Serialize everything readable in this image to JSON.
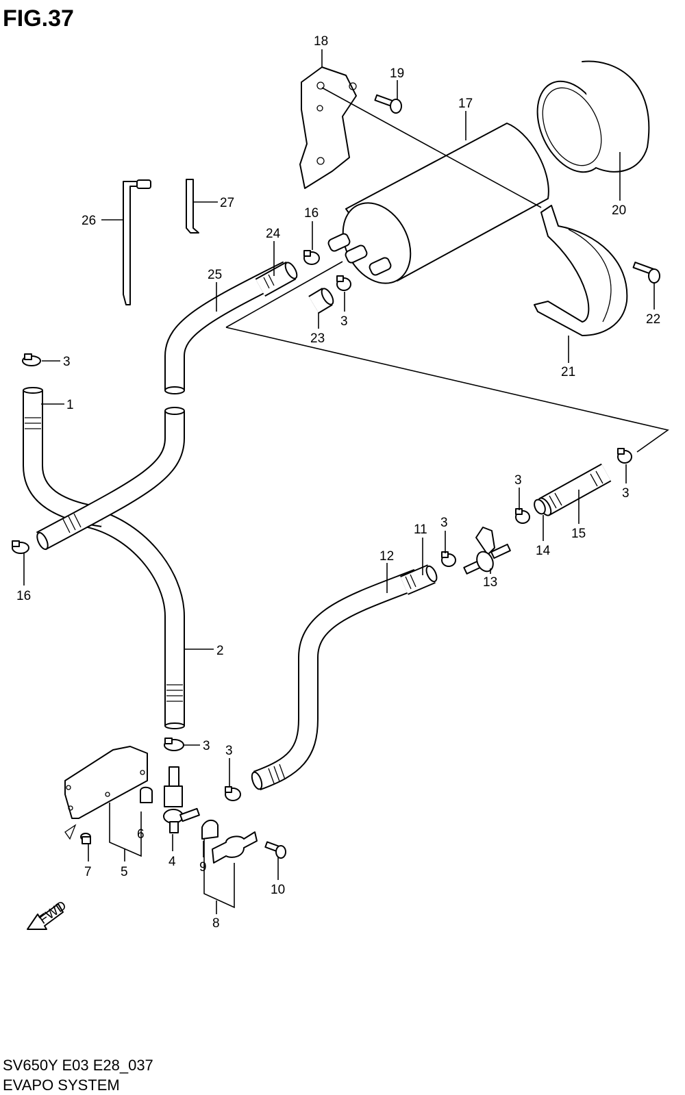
{
  "figure": {
    "title": "FIG.37",
    "code": "SV650Y E03 E28_037",
    "name": "EVAPO SYSTEM"
  },
  "fwd_arrow": {
    "text": "FWD"
  },
  "callouts": [
    {
      "id": "c1",
      "label": "1"
    },
    {
      "id": "c2",
      "label": "2"
    },
    {
      "id": "c3a",
      "label": "3"
    },
    {
      "id": "c3b",
      "label": "3"
    },
    {
      "id": "c3c",
      "label": "3"
    },
    {
      "id": "c3d",
      "label": "3"
    },
    {
      "id": "c3e",
      "label": "3"
    },
    {
      "id": "c3f",
      "label": "3"
    },
    {
      "id": "c3g",
      "label": "3"
    },
    {
      "id": "c4",
      "label": "4"
    },
    {
      "id": "c5",
      "label": "5"
    },
    {
      "id": "c6",
      "label": "6"
    },
    {
      "id": "c7",
      "label": "7"
    },
    {
      "id": "c8",
      "label": "8"
    },
    {
      "id": "c9",
      "label": "9"
    },
    {
      "id": "c10",
      "label": "10"
    },
    {
      "id": "c11",
      "label": "11"
    },
    {
      "id": "c12",
      "label": "12"
    },
    {
      "id": "c13",
      "label": "13"
    },
    {
      "id": "c14",
      "label": "14"
    },
    {
      "id": "c15",
      "label": "15"
    },
    {
      "id": "c16a",
      "label": "16"
    },
    {
      "id": "c16b",
      "label": "16"
    },
    {
      "id": "c17",
      "label": "17"
    },
    {
      "id": "c18",
      "label": "18"
    },
    {
      "id": "c19",
      "label": "19"
    },
    {
      "id": "c20",
      "label": "20"
    },
    {
      "id": "c21",
      "label": "21"
    },
    {
      "id": "c22",
      "label": "22"
    },
    {
      "id": "c23",
      "label": "23"
    },
    {
      "id": "c24",
      "label": "24"
    },
    {
      "id": "c25",
      "label": "25"
    },
    {
      "id": "c26",
      "label": "26"
    },
    {
      "id": "c27",
      "label": "27"
    }
  ]
}
